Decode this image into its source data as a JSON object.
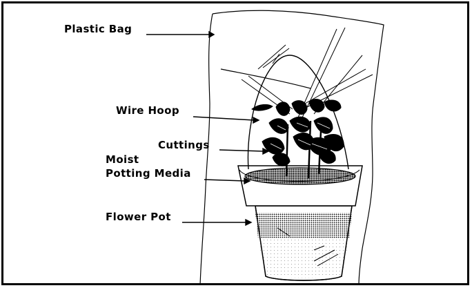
{
  "labels": {
    "plastic_bag": "Plastic Bag",
    "wire_hoop": "Wire Hoop",
    "cuttings": "Cuttings",
    "moist": "Moist",
    "potting_media": "Potting Media",
    "flower_pot": "Flower Pot"
  }
}
